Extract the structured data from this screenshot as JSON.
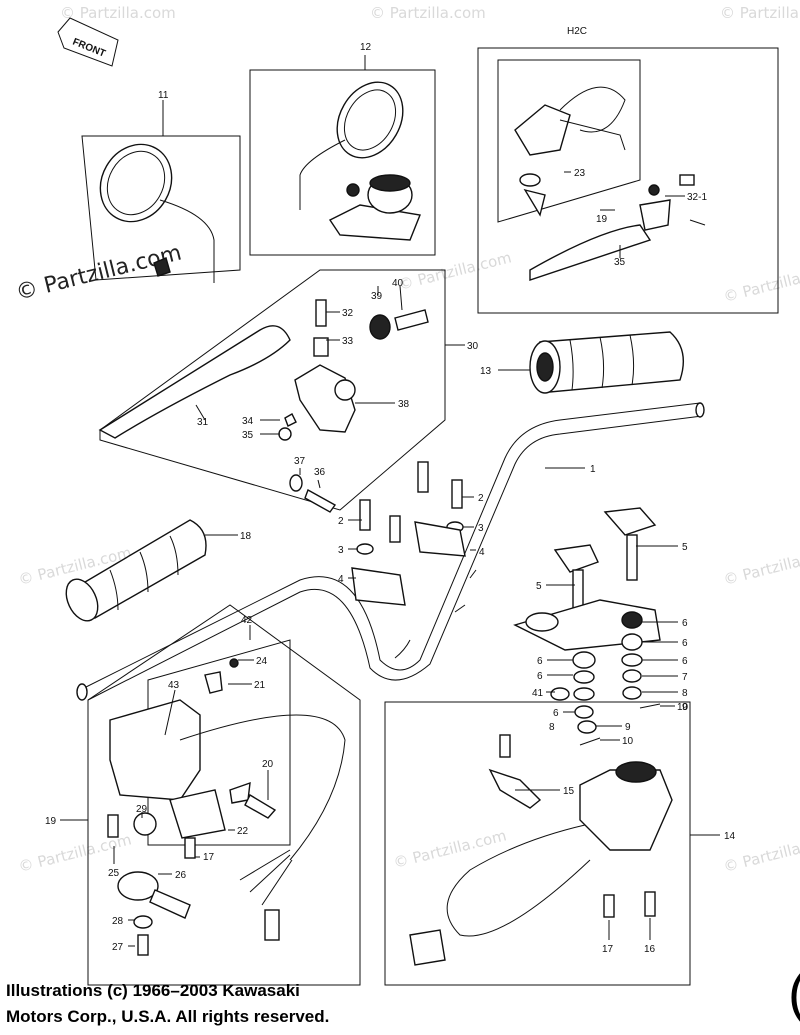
{
  "diagram": {
    "front_label": "FRONT",
    "watermark": "© Partzilla.com",
    "inset_labels": {
      "mirror_left": "11",
      "mirror_right": "12",
      "h2c": "H2C",
      "lever_group": "30",
      "switch_left": "42"
    },
    "callouts": [
      {
        "id": "c1",
        "text": "1"
      },
      {
        "id": "c2a",
        "text": "2"
      },
      {
        "id": "c2b",
        "text": "2"
      },
      {
        "id": "c3a",
        "text": "3"
      },
      {
        "id": "c3b",
        "text": "3"
      },
      {
        "id": "c4a",
        "text": "4"
      },
      {
        "id": "c4b",
        "text": "4"
      },
      {
        "id": "c5a",
        "text": "5"
      },
      {
        "id": "c5b",
        "text": "5"
      },
      {
        "id": "c6a",
        "text": "6"
      },
      {
        "id": "c6b",
        "text": "6"
      },
      {
        "id": "c6c",
        "text": "6"
      },
      {
        "id": "c6d",
        "text": "6"
      },
      {
        "id": "c6e",
        "text": "6"
      },
      {
        "id": "c6f",
        "text": "6"
      },
      {
        "id": "c7",
        "text": "7"
      },
      {
        "id": "c8a",
        "text": "8"
      },
      {
        "id": "c8b",
        "text": "8"
      },
      {
        "id": "c9a",
        "text": "9"
      },
      {
        "id": "c9b",
        "text": "9"
      },
      {
        "id": "c10a",
        "text": "10"
      },
      {
        "id": "c10b",
        "text": "10"
      },
      {
        "id": "c13",
        "text": "13"
      },
      {
        "id": "c14",
        "text": "14"
      },
      {
        "id": "c15",
        "text": "15"
      },
      {
        "id": "c16",
        "text": "16"
      },
      {
        "id": "c17a",
        "text": "17"
      },
      {
        "id": "c17b",
        "text": "17"
      },
      {
        "id": "c18",
        "text": "18"
      },
      {
        "id": "c19a",
        "text": "19"
      },
      {
        "id": "c19b",
        "text": "19"
      },
      {
        "id": "c20",
        "text": "20"
      },
      {
        "id": "c21",
        "text": "21"
      },
      {
        "id": "c22",
        "text": "22"
      },
      {
        "id": "c23",
        "text": "23"
      },
      {
        "id": "c24",
        "text": "24"
      },
      {
        "id": "c25",
        "text": "25"
      },
      {
        "id": "c26",
        "text": "26"
      },
      {
        "id": "c27",
        "text": "27"
      },
      {
        "id": "c28",
        "text": "28"
      },
      {
        "id": "c29",
        "text": "29"
      },
      {
        "id": "c31",
        "text": "31"
      },
      {
        "id": "c32",
        "text": "32"
      },
      {
        "id": "c32-1",
        "text": "32-1"
      },
      {
        "id": "c33",
        "text": "33"
      },
      {
        "id": "c34",
        "text": "34"
      },
      {
        "id": "c35a",
        "text": "35"
      },
      {
        "id": "c35b",
        "text": "35"
      },
      {
        "id": "c36",
        "text": "36"
      },
      {
        "id": "c37",
        "text": "37"
      },
      {
        "id": "c38",
        "text": "38"
      },
      {
        "id": "c39",
        "text": "39"
      },
      {
        "id": "c40",
        "text": "40"
      },
      {
        "id": "c41",
        "text": "41"
      },
      {
        "id": "c43",
        "text": "43"
      }
    ]
  },
  "footer": {
    "line1": "Illustrations (c) 1966–2003 Kawasaki",
    "line2": "Motors Corp., U.S.A.  All rights reserved."
  },
  "page_letter": "("
}
